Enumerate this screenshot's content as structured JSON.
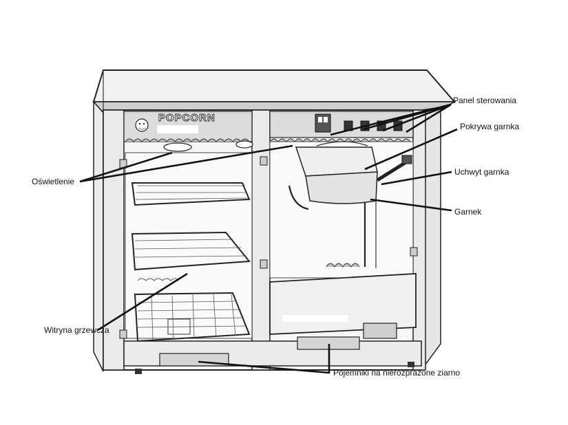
{
  "diagram": {
    "sign_text": "POPCORN",
    "labels": {
      "panel": "Panel sterowania",
      "lid": "Pokrywa garnka",
      "handle": "Uchwyt garnka",
      "kettle": "Garnek",
      "lighting": "Oświetlenie",
      "showcase": "Witryna grzewcza",
      "containers": "Pojemniki na nierozprażone ziarno"
    },
    "colors": {
      "ink": "#111111",
      "paper": "#ffffff",
      "steel": "#d9d9d9"
    }
  }
}
